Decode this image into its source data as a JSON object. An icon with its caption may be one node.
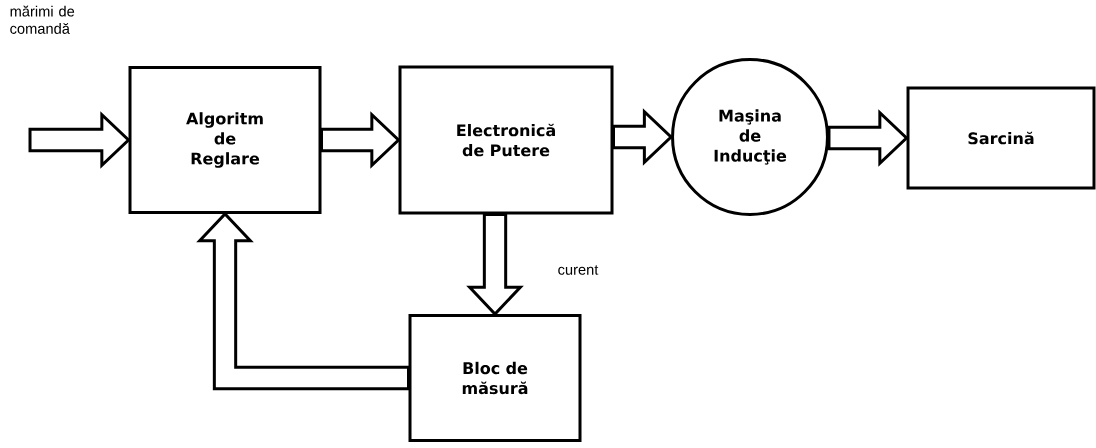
{
  "diagram": {
    "nodes": [
      {
        "text": [
          "Algoritm de Reglare"
        ]
      },
      {
        "text": [
          "Electronică de Putere"
        ]
      },
      {
        "text": [
          "Maşina de Inducţie"
        ]
      },
      {
        "text": [
          "Sarcină"
        ]
      },
      {
        "text": [
          "Bloc de măsură"
        ]
      }
    ],
    "edges": [
      {
        "from": null,
        "to": 0,
        "arrow": "to"
      },
      {
        "from": 0,
        "to": 1,
        "arrow": "to"
      },
      {
        "from": 1,
        "to": 2,
        "arrow": "to"
      },
      {
        "from": 2,
        "to": 3,
        "arrow": "to"
      },
      {
        "from": 1,
        "to": 4,
        "arrow": "to",
        "label": "curent"
      },
      {
        "from": 4,
        "to": 0,
        "arrow": "to"
      }
    ],
    "labels": [
      "mărimi de comandă"
    ]
  }
}
